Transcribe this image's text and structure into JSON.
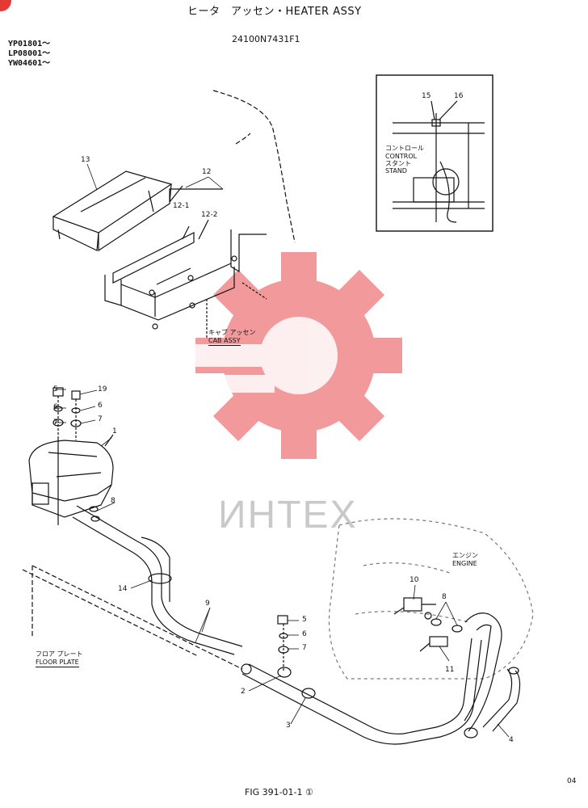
{
  "header": {
    "title": "ヒータ　アッセン・HEATER ASSY",
    "part_number": "24100N7431F1",
    "serials": [
      "YP01801～",
      "LP08001～",
      "YW04601～"
    ]
  },
  "footer": {
    "figure": "FIG 391-01-1 ①",
    "page": "04"
  },
  "watermark": {
    "text": "ИНТЕХ",
    "color": "#e8474a"
  },
  "callouts": {
    "c1": "1",
    "c2": "2",
    "c3": "3",
    "c4": "4",
    "c5a": "5",
    "c5b": "5",
    "c6a": "6",
    "c6b": "6",
    "c6c": "6",
    "c7a": "7",
    "c7b": "7",
    "c7c": "7",
    "c8a": "8",
    "c8b": "8",
    "c9": "9",
    "c10": "10",
    "c11": "11",
    "c12": "12",
    "c12_1": "12-1",
    "c12_2": "12-2",
    "c13": "13",
    "c14": "14",
    "c15": "15",
    "c16": "16",
    "c19": "19"
  },
  "notes": {
    "control_jp1": "コントロール",
    "control_en": "CONTROL",
    "control_jp2": "スタント",
    "stand_en": "STAND",
    "cab_jp": "キャブ アッセン",
    "cab_en": "CAB ASSY",
    "floor_jp": "フロア プレート",
    "floor_en": "FLOOR PLATE",
    "engine_jp": "エンジン",
    "engine_en": "ENGINE"
  }
}
